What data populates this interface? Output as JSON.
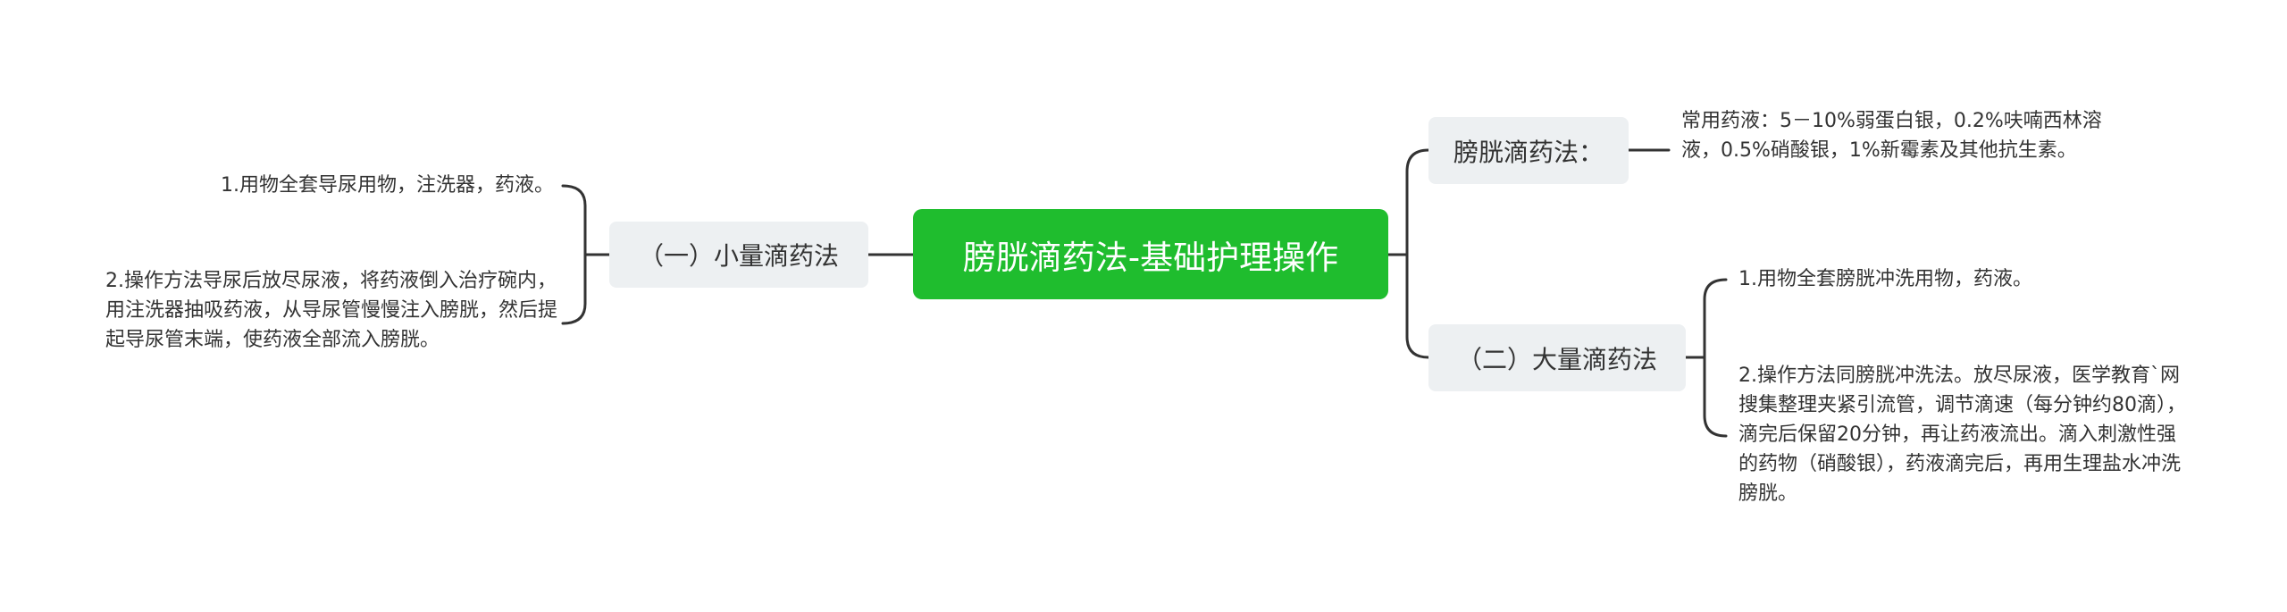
{
  "root": {
    "label": "膀胱滴药法-基础护理操作"
  },
  "left_branch": {
    "label": "（一）小量滴药法",
    "leaves": [
      "1.用物全套导尿用物，注洗器，药液。",
      "2.操作方法导尿后放尽尿液，将药液倒入治疗碗内，用注洗器抽吸药液，从导尿管慢慢注入膀胱，然后提起导尿管末端，使药液全部流入膀胱。"
    ]
  },
  "right_branches": [
    {
      "label": "膀胱滴药法：",
      "leaves": [
        "常用药液：5－10%弱蛋白银，0.2%呋喃西林溶液，0.5%硝酸银，1%新霉素及其他抗生素。"
      ]
    },
    {
      "label": "（二）大量滴药法",
      "leaves": [
        "1.用物全套膀胱冲洗用物，药液。",
        "2.操作方法同膀胱冲洗法。放尽尿液，医学教育`网搜集整理夹紧引流管，调节滴速（每分钟约80滴），滴完后保留20分钟，再让药液流出。滴入刺激性强的药物（硝酸银），药液滴完后，再用生理盐水冲洗膀胱。"
      ]
    }
  ],
  "colors": {
    "root_fill": "#1fbd2e",
    "branch_fill": "#edf0f2",
    "connector": "#333333",
    "text": "#333333"
  }
}
